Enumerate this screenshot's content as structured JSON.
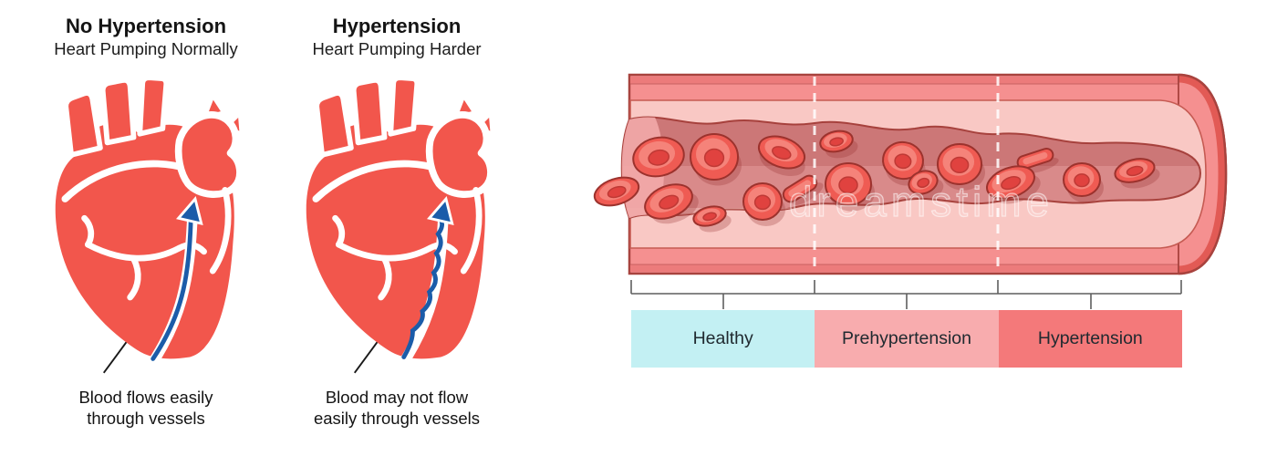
{
  "left_panel": {
    "no_hypertension": {
      "title": "No Hypertension",
      "subtitle": "Heart Pumping Normally",
      "caption_line1": "Blood flows easily",
      "caption_line2": "through vessels",
      "flow_arrow_style": "straight"
    },
    "hypertension": {
      "title": "Hypertension",
      "subtitle": "Heart Pumping Harder",
      "caption_line1": "Blood may not flow",
      "caption_line2": "easily through vessels",
      "flow_arrow_style": "wavy"
    }
  },
  "vessel_panel": {
    "watermark": "dreamstime",
    "stages": [
      {
        "label": "Healthy",
        "color": "#c3f0f3"
      },
      {
        "label": "Prehypertension",
        "color": "#f8acae"
      },
      {
        "label": "Hypertension",
        "color": "#f4797a"
      }
    ]
  },
  "palette": {
    "heart_red": "#f2564c",
    "flow_arrow_blue": "#1b5ca9",
    "vessel_wall_outer": "#f59090",
    "vessel_wall_inner": "#f9c8c4",
    "vessel_lumen": "#d98a8a",
    "vessel_outline": "#a8433e",
    "blood_cell_red": "#ef5b53",
    "leader_line": "#1a1a1a"
  }
}
